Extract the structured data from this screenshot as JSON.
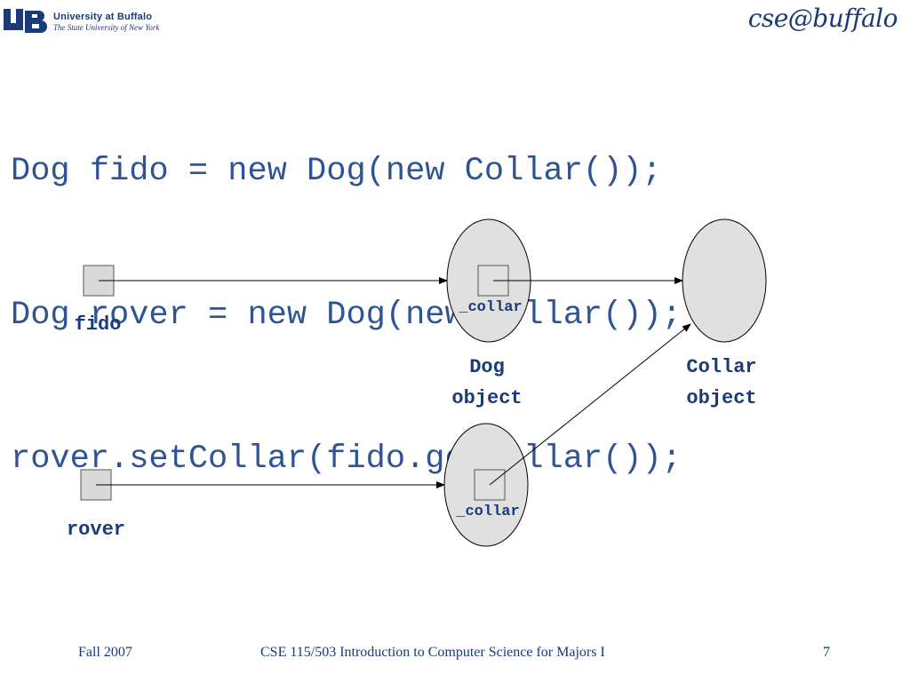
{
  "header": {
    "university_name": "University at Buffalo",
    "university_subtitle": "The State University of New York",
    "department_logo": "cse@buffalo",
    "logo_icon": "ub-monogram-icon"
  },
  "code_lines": [
    "Dog fido = new Dog(new Collar());",
    "Dog rover = new Dog(new Collar());",
    "rover.setCollar(fido.getCollar());"
  ],
  "diagram": {
    "variables": {
      "fido_label": "fido",
      "rover_label": "rover"
    },
    "field_label_top": "_collar",
    "field_label_bottom": "_collar",
    "dog_object_label": [
      "Dog",
      "object"
    ],
    "collar_object_label": [
      "Collar",
      "object"
    ],
    "colors": {
      "text_blue": "#1a3a7a",
      "code_blue": "#2f5496",
      "box_fill": "#d9d9d9",
      "object_fill": "#e0e0e0"
    }
  },
  "footer": {
    "left": "Fall 2007",
    "center": "CSE 115/503 Introduction to Computer Science for Majors I",
    "right": "7"
  }
}
